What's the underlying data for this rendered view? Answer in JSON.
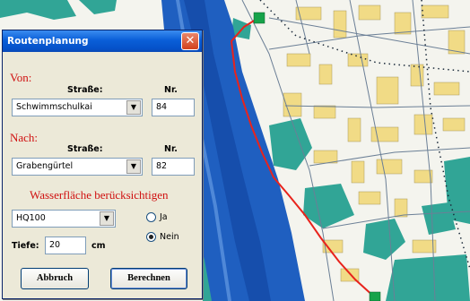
{
  "dialog": {
    "title": "Routenplanung",
    "close_label": "✕",
    "von": {
      "section_label": "Von:",
      "street_label": "Straße:",
      "nr_label": "Nr.",
      "street_value": "Schwimmschulkai",
      "nr_value": "84"
    },
    "nach": {
      "section_label": "Nach:",
      "street_label": "Straße:",
      "nr_label": "Nr.",
      "street_value": "Grabengürtel",
      "nr_value": "82"
    },
    "water": {
      "section_label": "Wasserfläche berücksichtigen",
      "flood_value": "HQ100",
      "radio_ja": "Ja",
      "radio_nein": "Nein",
      "selected": "Nein",
      "depth_label": "Tiefe:",
      "depth_value": "20",
      "depth_unit": "cm"
    },
    "buttons": {
      "cancel": "Abbruch",
      "calculate": "Berechnen"
    },
    "icons": {
      "dropdown": "▼"
    }
  },
  "map": {
    "colors": {
      "background": "#f4f4ee",
      "river": "#1f5fc0",
      "river_dark": "#0f3f9a",
      "flood": "#31a596",
      "buildings": "#f1db86",
      "route": "#e8231c",
      "marker": "#16a34a"
    }
  }
}
